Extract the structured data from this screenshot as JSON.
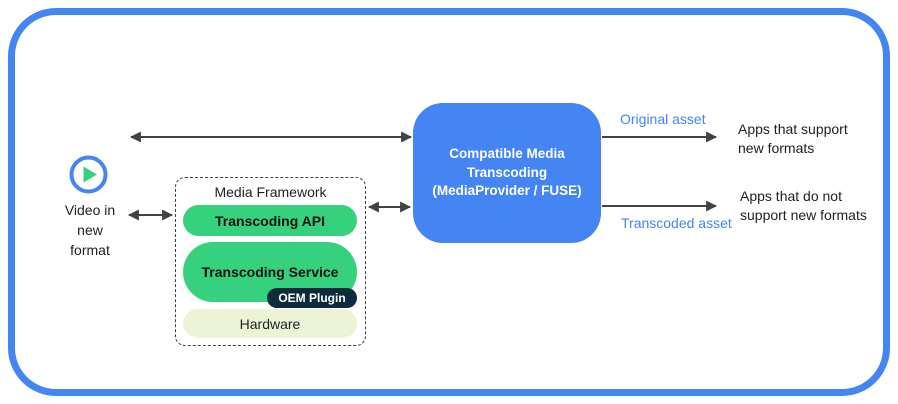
{
  "diagram": {
    "source": {
      "icon": "play-icon",
      "label_lines": [
        "Video in",
        "new",
        "format"
      ]
    },
    "media_framework": {
      "title": "Media Framework",
      "api_label": "Transcoding API",
      "service_label": "Transcoding Service",
      "oem_plugin_label": "OEM Plugin",
      "hardware_label": "Hardware"
    },
    "transcoder": {
      "line1": "Compatible Media",
      "line2": "Transcoding",
      "line3": "(MediaProvider / FUSE)"
    },
    "outputs": {
      "original": {
        "asset_label": "Original asset",
        "target_line1": "Apps that support",
        "target_line2": "new formats"
      },
      "transcoded": {
        "asset_label": "Transcoded asset",
        "target_line1": "Apps that do not",
        "target_line2": "support new formats"
      }
    }
  },
  "colors": {
    "accent_blue": "#4485F3",
    "label_blue": "#4285F4",
    "pill_green": "#35D17D",
    "oem_navy": "#0E2B3D",
    "hardware_pale": "#EDF4D6",
    "arrow_gray": "#3F4347",
    "text_dark": "#202124"
  }
}
